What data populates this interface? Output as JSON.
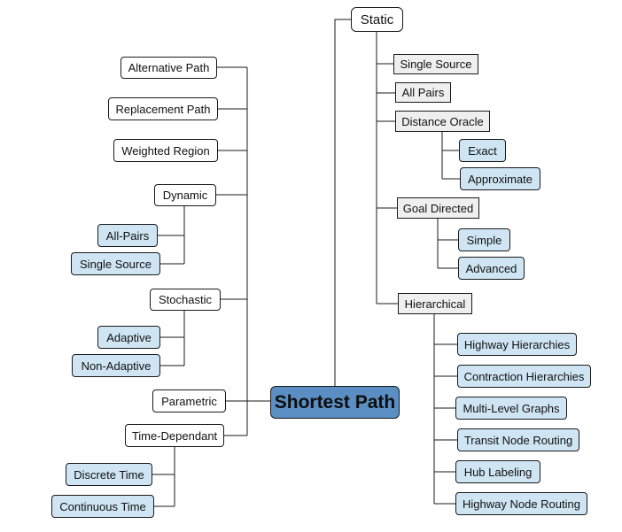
{
  "root": "Shortest Path",
  "left": {
    "alternative_path": "Alternative Path",
    "replacement_path": "Replacement Path",
    "weighted_region": "Weighted Region",
    "dynamic": {
      "label": "Dynamic",
      "children": [
        "All-Pairs",
        "Single Source"
      ]
    },
    "stochastic": {
      "label": "Stochastic",
      "children": [
        "Adaptive",
        "Non-Adaptive"
      ]
    },
    "parametric": "Parametric",
    "time_dependant": {
      "label": "Time-Dependant",
      "children": [
        "Discrete Time",
        "Continuous Time"
      ]
    }
  },
  "right": {
    "static": "Static",
    "single_source": "Single Source",
    "all_pairs": "All Pairs",
    "distance_oracle": {
      "label": "Distance Oracle",
      "children": [
        "Exact",
        "Approximate"
      ]
    },
    "goal_directed": {
      "label": "Goal Directed",
      "children": [
        "Simple",
        "Advanced"
      ]
    },
    "hierarchical": {
      "label": "Hierarchical",
      "children": [
        "Highway Hierarchies",
        "Contraction Hierarchies",
        "Multi-Level Graphs",
        "Transit Node Routing",
        "Hub Labeling",
        "Highway Node Routing"
      ]
    }
  },
  "colors": {
    "root_fill": "#5b8fc4",
    "leaf_fill": "#cfe5f3",
    "category_fill": "#efefef",
    "line": "#1a1a1a"
  }
}
